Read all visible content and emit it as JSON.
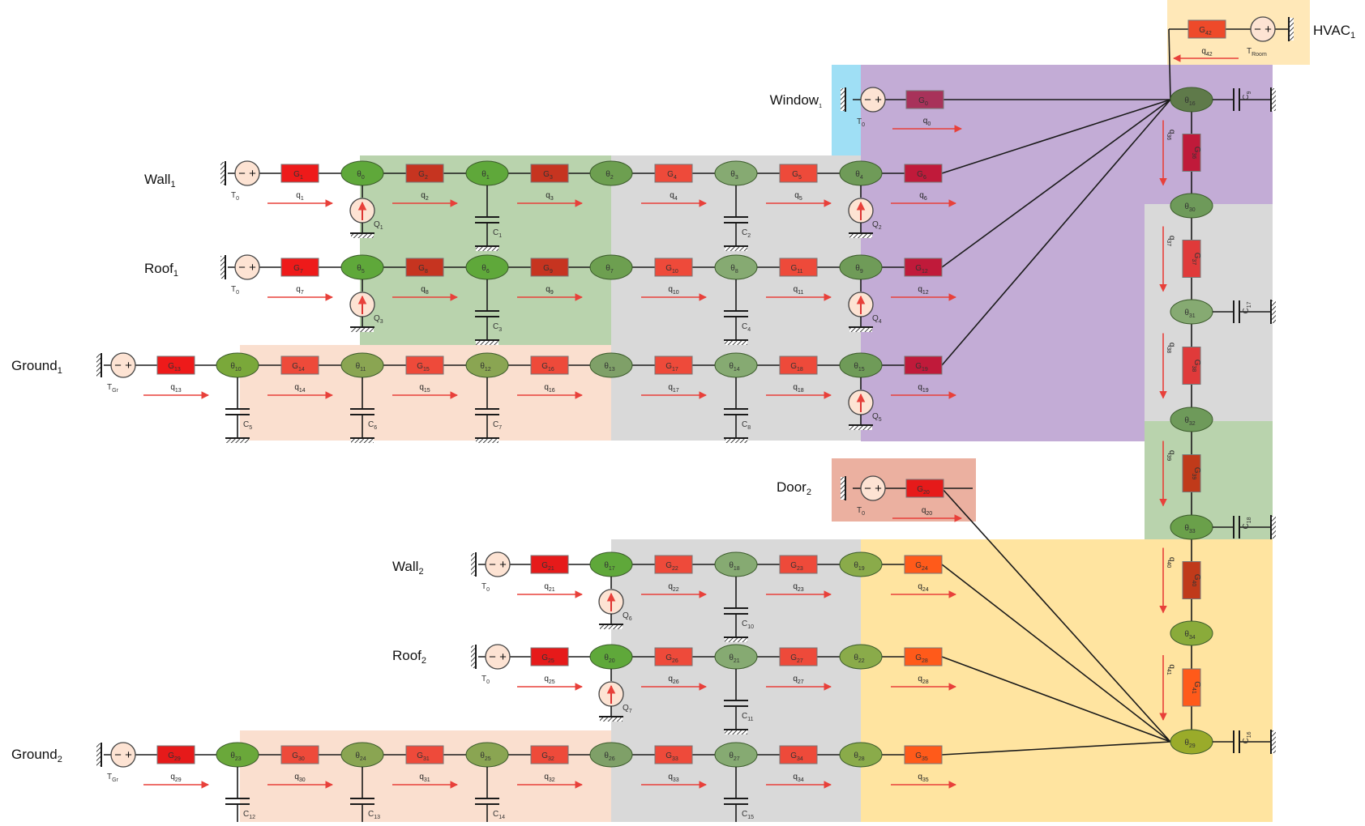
{
  "labels": [
    {
      "id": "window1",
      "base": "Window",
      "sub": "1"
    },
    {
      "id": "wall1",
      "base": "Wall",
      "sub": "1"
    },
    {
      "id": "roof1",
      "base": "Roof",
      "sub": "1"
    },
    {
      "id": "ground1",
      "base": "Ground",
      "sub": "1"
    },
    {
      "id": "door2",
      "base": "Door",
      "sub": "2"
    },
    {
      "id": "wall2",
      "base": "Wall",
      "sub": "2"
    },
    {
      "id": "roof2",
      "base": "Roof",
      "sub": "2"
    },
    {
      "id": "ground2",
      "base": "Ground",
      "sub": "2"
    },
    {
      "id": "hvac1",
      "base": "HVAC",
      "sub": "1"
    }
  ],
  "element_prefix": {
    "node": "θ",
    "conductance": "G",
    "flow": "q",
    "capacitor": "C",
    "source": "Q"
  },
  "temp_sources": {
    "outdoor": "0",
    "ground": "Gr",
    "room": "Room"
  },
  "rows": [
    {
      "id": "window1",
      "g": [
        "0"
      ],
      "q": [
        "0"
      ],
      "nodes": []
    },
    {
      "id": "wall1",
      "g": [
        "1",
        "2",
        "3",
        "4",
        "5",
        "6"
      ],
      "q": [
        "1",
        "2",
        "3",
        "4",
        "5",
        "6"
      ],
      "nodes": [
        "0",
        "1",
        "2",
        "3",
        "4"
      ],
      "caps": [
        "1",
        "2"
      ],
      "srcs": [
        "1",
        "2"
      ]
    },
    {
      "id": "roof1",
      "g": [
        "7",
        "8",
        "9",
        "10",
        "11",
        "12"
      ],
      "q": [
        "7",
        "8",
        "9",
        "10",
        "11",
        "12"
      ],
      "nodes": [
        "5",
        "6",
        "7",
        "8",
        "9"
      ],
      "caps": [
        "3",
        "4"
      ],
      "srcs": [
        "3",
        "4"
      ]
    },
    {
      "id": "ground1",
      "g": [
        "13",
        "14",
        "15",
        "16",
        "17",
        "18",
        "19"
      ],
      "q": [
        "13",
        "14",
        "15",
        "16",
        "17",
        "18",
        "19"
      ],
      "nodes": [
        "10",
        "11",
        "12",
        "13",
        "14",
        "15"
      ],
      "caps": [
        "5",
        "6",
        "7",
        "8"
      ],
      "srcs": [
        "5"
      ]
    },
    {
      "id": "door2",
      "g": [
        "20"
      ],
      "q": [
        "20"
      ],
      "nodes": []
    },
    {
      "id": "wall2",
      "g": [
        "21",
        "22",
        "23",
        "24"
      ],
      "q": [
        "21",
        "22",
        "23",
        "24"
      ],
      "nodes": [
        "17",
        "18",
        "19"
      ],
      "caps": [
        "10"
      ],
      "srcs": [
        "6"
      ]
    },
    {
      "id": "roof2",
      "g": [
        "25",
        "26",
        "27",
        "28"
      ],
      "q": [
        "25",
        "26",
        "27",
        "28"
      ],
      "nodes": [
        "20",
        "21",
        "22"
      ],
      "caps": [
        "11"
      ],
      "srcs": [
        "7"
      ]
    },
    {
      "id": "ground2",
      "g": [
        "29",
        "30",
        "31",
        "32",
        "33",
        "34",
        "35"
      ],
      "q": [
        "29",
        "30",
        "31",
        "32",
        "33",
        "34",
        "35"
      ],
      "nodes": [
        "23",
        "24",
        "25",
        "26",
        "27",
        "28"
      ],
      "caps": [
        "12",
        "13",
        "14",
        "15"
      ],
      "srcs": []
    }
  ],
  "chain": {
    "nodes": [
      "16",
      "30",
      "31",
      "32",
      "33",
      "34",
      "29"
    ],
    "g": [
      "36",
      "37",
      "38",
      "39",
      "40",
      "41"
    ],
    "q": [
      "36",
      "37",
      "38",
      "39",
      "40",
      "41"
    ],
    "caps": [
      "9",
      "17",
      "18",
      "16"
    ]
  },
  "hvac": {
    "g": "42",
    "q": "42"
  },
  "colors": {
    "window_zone": "#9fdff5",
    "green_zone": "#b9d3ad",
    "grey_zone": "#d9d9d9",
    "peach_zone": "#fadfcf",
    "purple_zone": "#c3acd6",
    "door_zone": "#ebb0a0",
    "yellow_zone": "#ffe4a0",
    "hvac_zone": "#ffe8b8",
    "flow_arrow": "#e8403a",
    "source_fill": "#fde3d3",
    "wire": "#1a1a1a"
  }
}
